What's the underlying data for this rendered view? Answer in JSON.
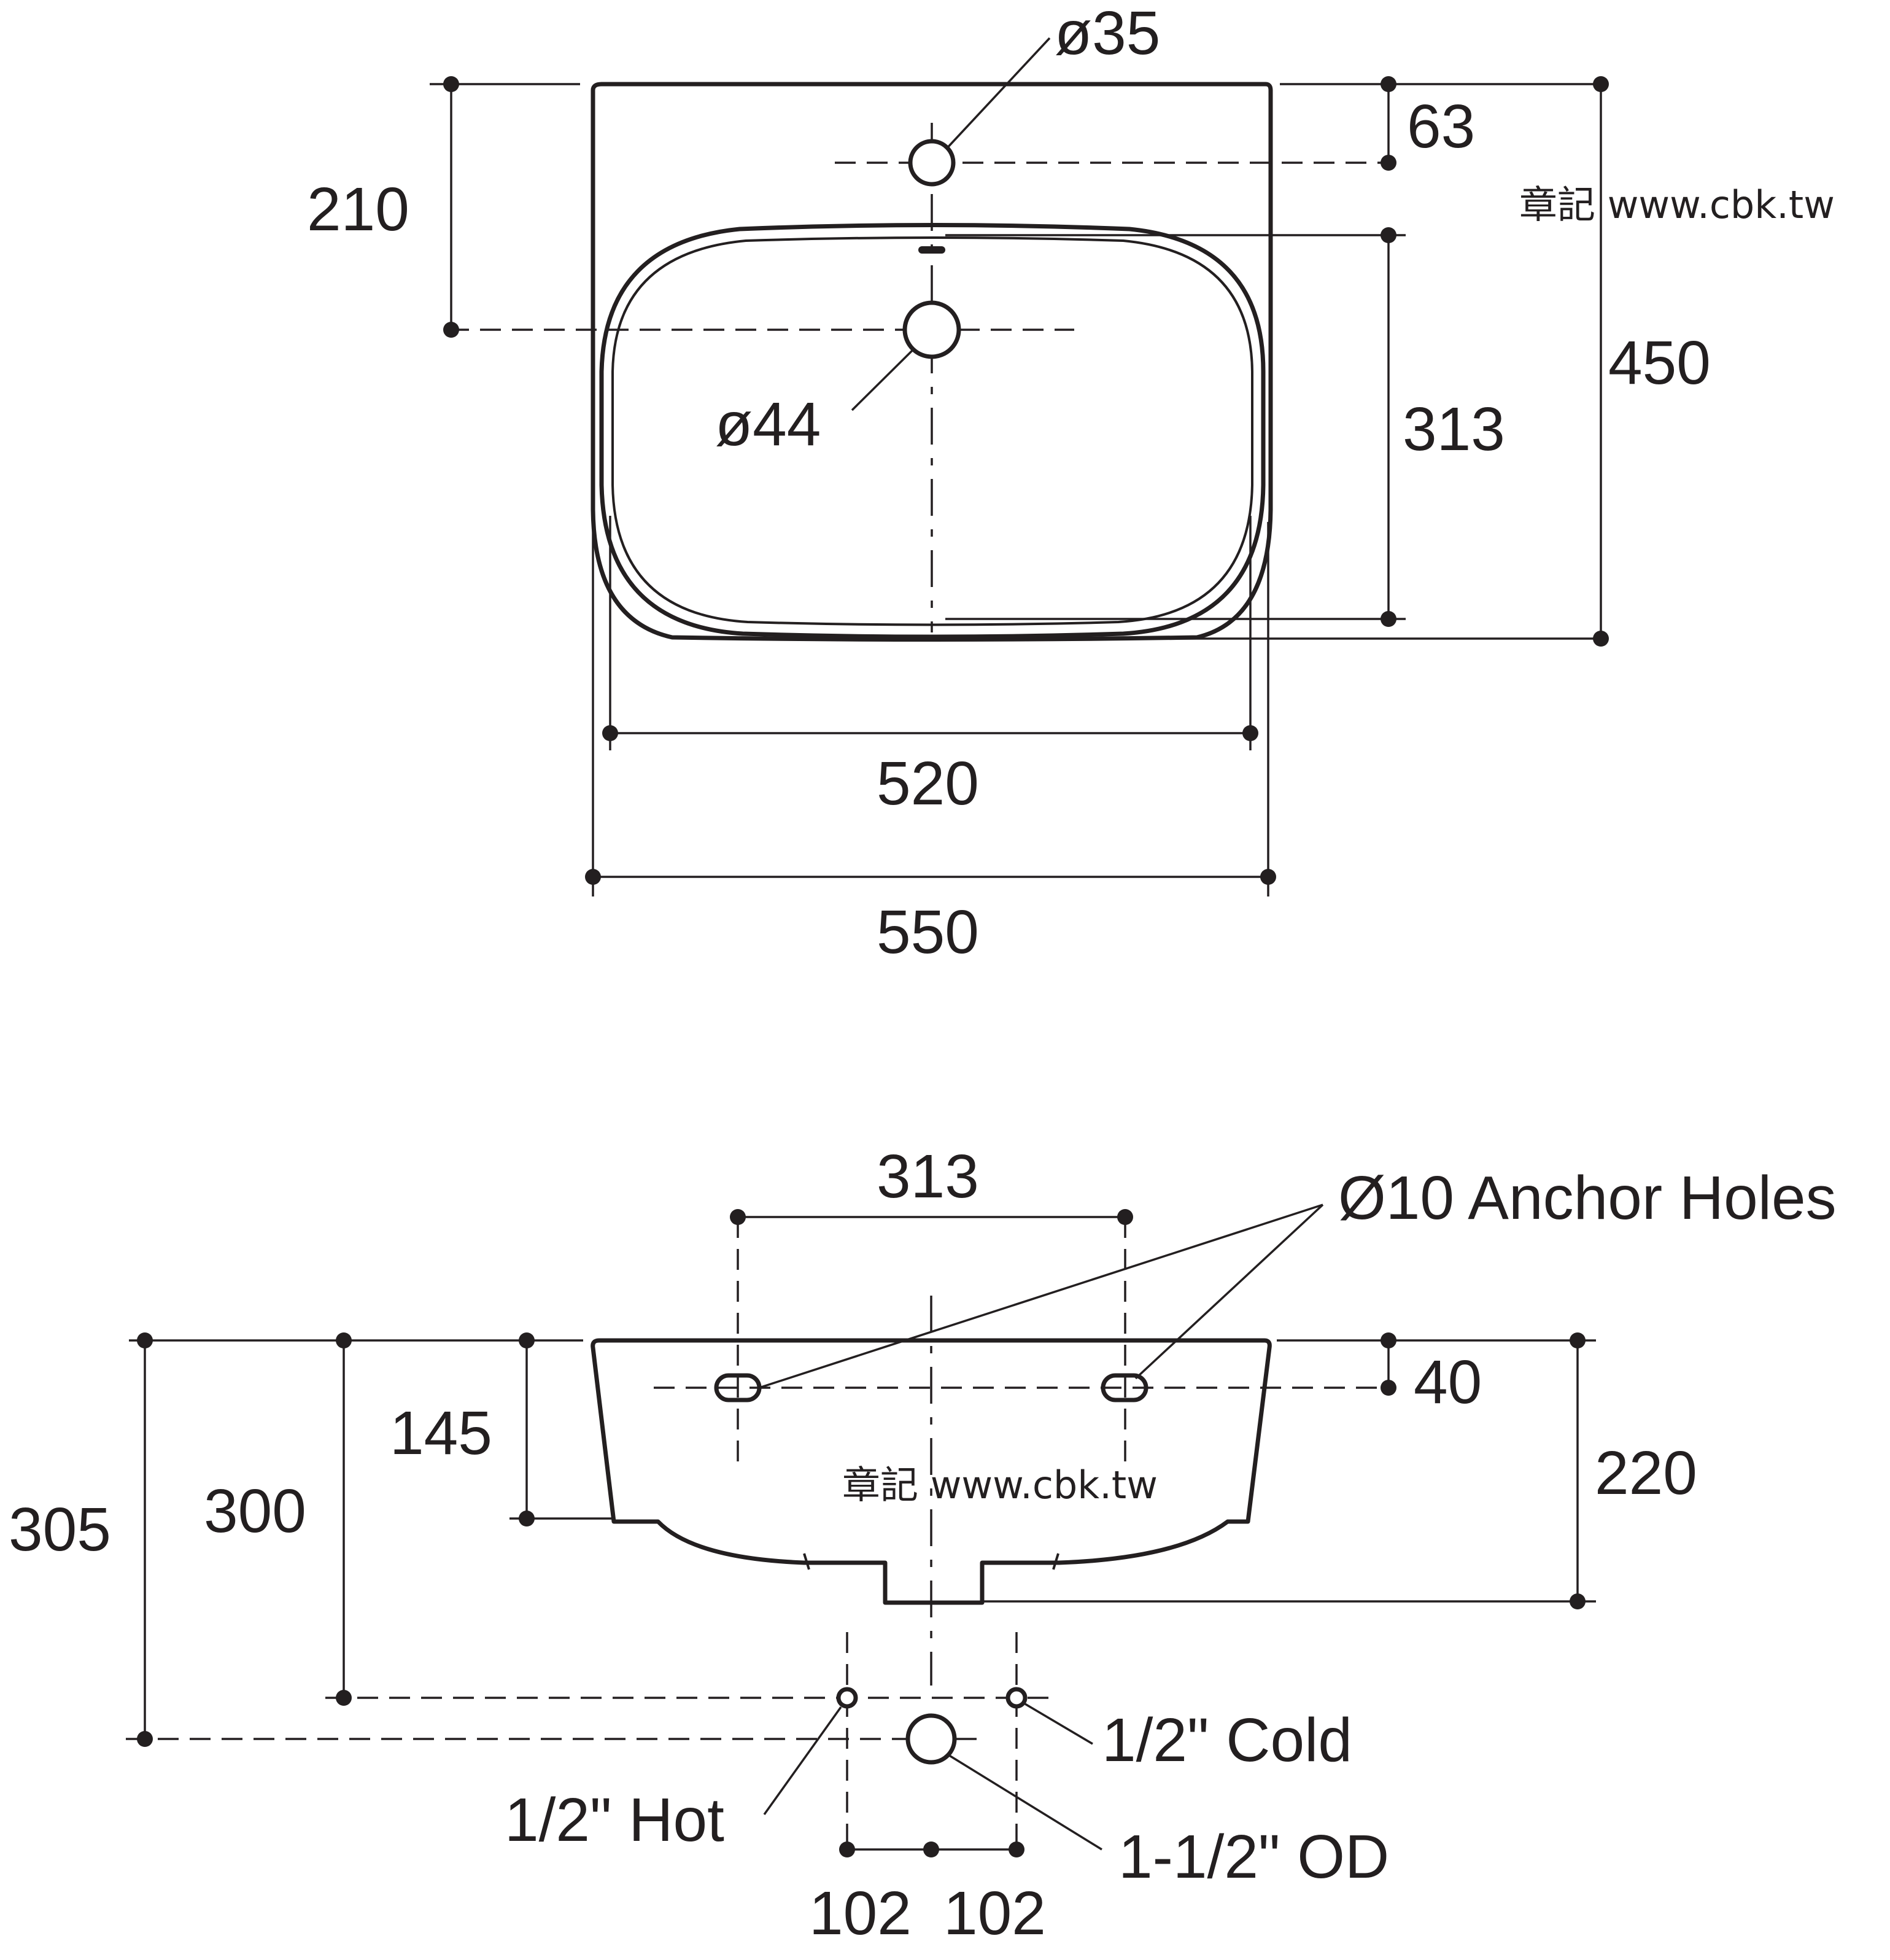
{
  "top_view": {
    "tap_hole_label": "ø35",
    "waste_hole_label": "ø44",
    "tap_offset_label": "63",
    "waste_offset_label": "210",
    "bowl_depth_label": "313",
    "overall_depth_label": "450",
    "bowl_width_label": "520",
    "overall_width_label": "550",
    "watermark": "章記 www.cbk.tw"
  },
  "front_view": {
    "anchor_spacing_label": "313",
    "anchor_holes_label": "Ø10 Anchor Holes",
    "anchor_drop_label": "40",
    "anchor_to_bowl_label": "145",
    "height_label": "220",
    "supply_height_label": "300",
    "waste_height_label": "305",
    "hot_label": "1/2\" Hot",
    "cold_label": "1/2\" Cold",
    "waste_label": "1-1/2\" OD",
    "hot_spacing_label": "102",
    "cold_spacing_label": "102",
    "watermark": "章記 www.cbk.tw"
  }
}
